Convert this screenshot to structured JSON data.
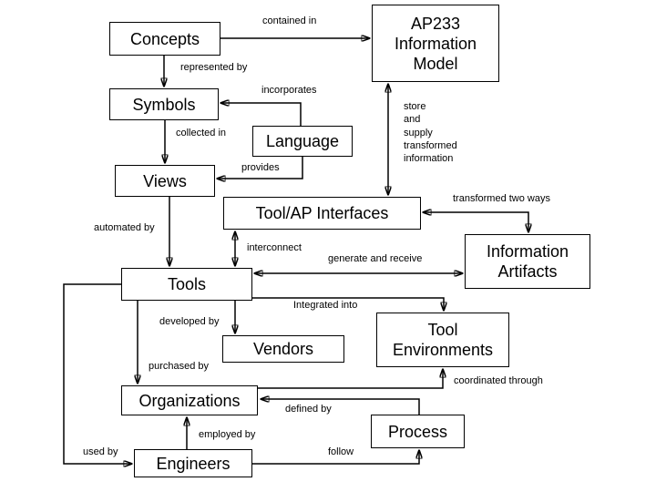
{
  "diagram": {
    "colors": {
      "background": "#ffffff",
      "box_fill": "#ffffff",
      "box_border": "#000000",
      "text": "#000000"
    },
    "nodes": {
      "concepts": {
        "label": "Concepts"
      },
      "ap233": {
        "label": "AP233\nInformation\nModel"
      },
      "symbols": {
        "label": "Symbols"
      },
      "language": {
        "label": "Language"
      },
      "views": {
        "label": "Views"
      },
      "tool_ap": {
        "label": "Tool/AP Interfaces"
      },
      "info_artifacts": {
        "label": "Information\nArtifacts"
      },
      "tools": {
        "label": "Tools"
      },
      "tool_env": {
        "label": "Tool\nEnvironments"
      },
      "vendors": {
        "label": "Vendors"
      },
      "organizations": {
        "label": "Organizations"
      },
      "process": {
        "label": "Process"
      },
      "engineers": {
        "label": "Engineers"
      }
    },
    "edges": {
      "contained_in": {
        "label": "contained in",
        "from": "Concepts",
        "to": "AP233 Information Model",
        "direction": "single"
      },
      "represented_by": {
        "label": "represented by",
        "from": "Concepts",
        "to": "Symbols",
        "direction": "single"
      },
      "incorporates": {
        "label": "incorporates",
        "from": "Language",
        "to": "Symbols",
        "direction": "single"
      },
      "collected_in": {
        "label": "collected in",
        "from": "Symbols",
        "to": "Views",
        "direction": "single"
      },
      "provides": {
        "label": "provides",
        "from": "Language",
        "to": "Views",
        "direction": "single"
      },
      "store_supply": {
        "label": "store\nand\nsupply\ntransformed\ninformation",
        "from": "Tool/AP Interfaces",
        "to": "AP233 Information Model",
        "direction": "both"
      },
      "automated_by": {
        "label": "automated by",
        "from": "Views",
        "to": "Tools",
        "direction": "single"
      },
      "interconnect": {
        "label": "interconnect",
        "from": "Tool/AP Interfaces",
        "to": "Tools",
        "direction": "both"
      },
      "transformed_two_ways": {
        "label": "transformed two ways",
        "from": "Tool/AP Interfaces",
        "to": "Information Artifacts",
        "direction": "both"
      },
      "generate_and_receive": {
        "label": "generate and receive",
        "from": "Tools",
        "to": "Information Artifacts",
        "direction": "both"
      },
      "integrated_into": {
        "label": "Integrated into",
        "from": "Tools",
        "to": "Tool Environments",
        "direction": "single"
      },
      "developed_by": {
        "label": "developed by",
        "from": "Tools",
        "to": "Vendors",
        "direction": "single"
      },
      "purchased_by": {
        "label": "purchased by",
        "from": "Tools",
        "to": "Organizations",
        "direction": "single"
      },
      "coordinated_through": {
        "label": "coordinated through",
        "from": "Organizations",
        "to": "Tool Environments",
        "direction": "single"
      },
      "defined_by": {
        "label": "defined by",
        "from": "Process",
        "to": "Organizations",
        "direction": "single"
      },
      "employed_by": {
        "label": "employed by",
        "from": "Engineers",
        "to": "Organizations",
        "direction": "single"
      },
      "used_by": {
        "label": "used by",
        "from": "Tools",
        "to": "Engineers",
        "direction": "single"
      },
      "follow": {
        "label": "follow",
        "from": "Engineers",
        "to": "Process",
        "direction": "single"
      }
    }
  }
}
